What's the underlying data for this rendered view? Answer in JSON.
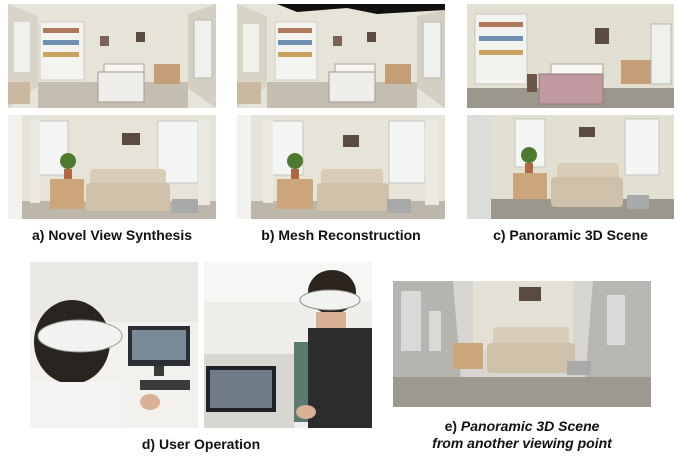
{
  "captions": {
    "a": "a) Novel View Synthesis",
    "b": "b) Mesh Reconstruction",
    "c": "c) Panoramic 3D Scene",
    "d": "d) User Operation",
    "e_prefix": "e) ",
    "e_line1": "Panoramic 3D Scene",
    "e_line2": "from another viewing point"
  },
  "colors": {
    "wall": "#e4e1d6",
    "floor": "#bdb7ab",
    "bed_frame": "#f4f2ee",
    "sofa": "#d9cdb8",
    "shelf": "#f2f2ef",
    "plant": "#4d7a2f",
    "table": "#c9a37a"
  }
}
